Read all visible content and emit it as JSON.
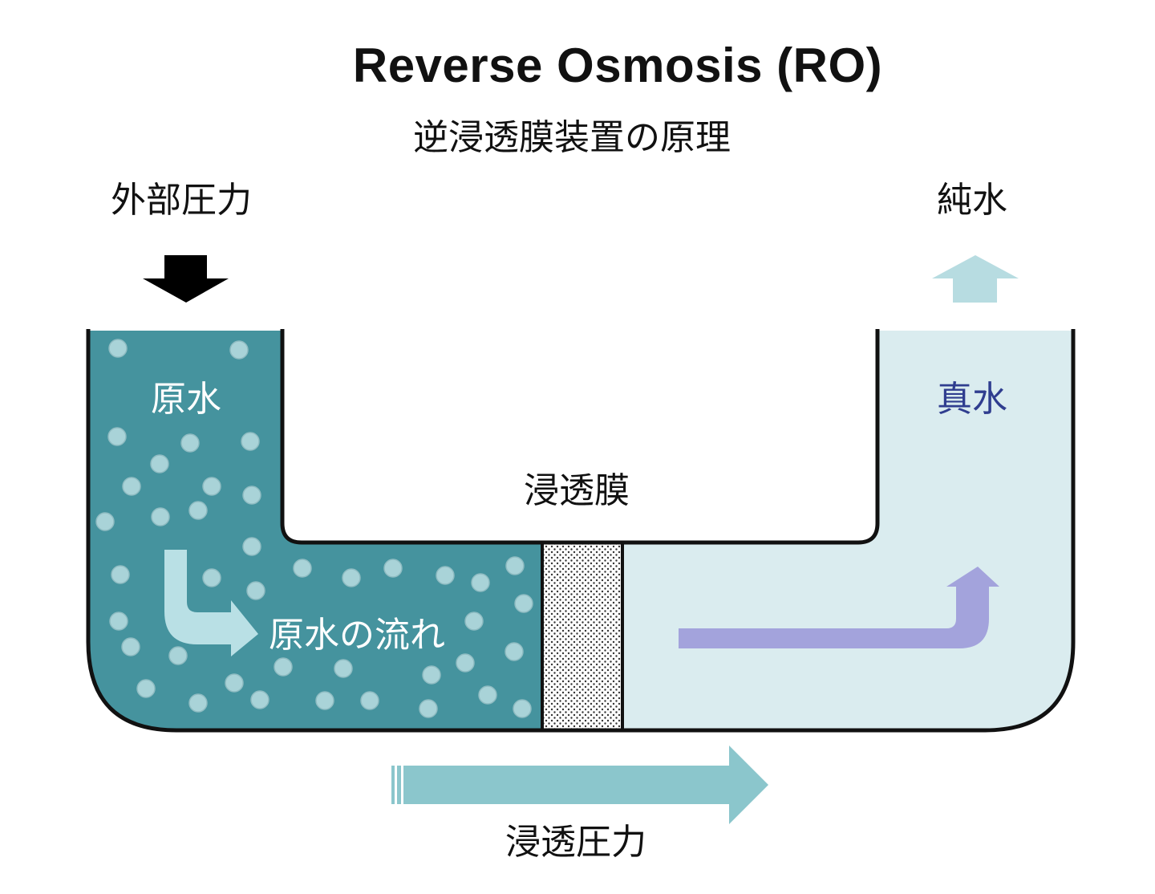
{
  "title": "Reverse Osmosis (RO)",
  "subtitle": "逆浸透膜装置の原理",
  "labels": {
    "external_pressure": "外部圧力",
    "pure_water": "純水",
    "raw_water": "原水",
    "true_water": "真水",
    "membrane": "浸透膜",
    "raw_water_flow": "原水の流れ",
    "osmotic_pressure": "浸透圧力"
  },
  "icons": {
    "external_pressure_arrow": "arrow-down-icon",
    "pure_water_arrow": "arrow-up-icon",
    "raw_flow_arrow": "bent-arrow-down-right-icon",
    "permeate_flow_arrow": "bent-arrow-right-up-icon",
    "osmotic_arrow": "arrow-right-icon"
  },
  "colors": {
    "raw_water_fill": "#45939e",
    "particle": "#a9d3d8",
    "permeate_fill": "#daecef",
    "outline": "#111111",
    "pressure_arrow": "#000000",
    "pure_arrow": "#b7dce1",
    "raw_flow_arrow": "#b9e0e5",
    "permeate_arrow": "#a3a3dc",
    "osmotic_arrow": "#8bc6cc",
    "true_water_text": "#2f3d8f"
  }
}
